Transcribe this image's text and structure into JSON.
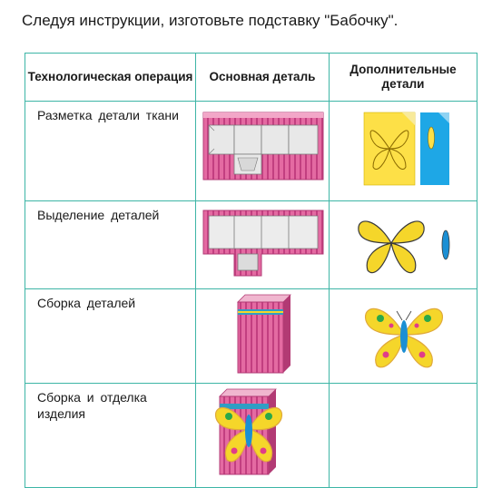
{
  "instruction": "Следуя инструкции, изготовьте подставку \"Бабочку\".",
  "table": {
    "headers": [
      "Технологическая операция",
      "Основная деталь",
      "Дополнительные детали"
    ],
    "rows": [
      {
        "operation": "Разметка детали ткани",
        "main_image": "marked-fabric-box-net",
        "extra_image": "butterfly-template-on-paper"
      },
      {
        "operation": "Выделение деталей",
        "main_image": "cut-fabric-box-net",
        "extra_image": "cut-butterfly-wings-and-body"
      },
      {
        "operation": "Сборка деталей",
        "main_image": "assembled-box",
        "extra_image": "assembled-butterfly"
      },
      {
        "operation": "Сборка и отделка изделия",
        "main_image": "finished-butterfly-stand",
        "extra_image": ""
      }
    ]
  },
  "colors": {
    "border": "#3db5a6",
    "fabric_pink": "#e46aa2",
    "fabric_stripe": "#c23f80",
    "paper_yellow": "#fde047",
    "paper_blue": "#1ea7e6",
    "butterfly_yellow": "#f5d62a",
    "butterfly_body": "#1b8fd4"
  }
}
